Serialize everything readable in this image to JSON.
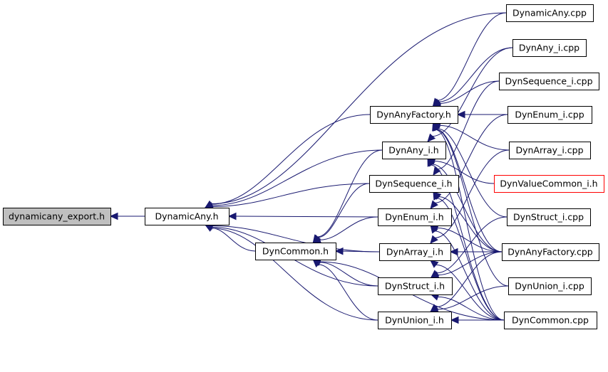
{
  "nodes": [
    {
      "id": "dynamicany_export",
      "label": "dynamicany_export.h",
      "highlight": true
    },
    {
      "id": "DynamicAny_h",
      "label": "DynamicAny.h"
    },
    {
      "id": "DynCommon_h",
      "label": "DynCommon.h"
    },
    {
      "id": "DynAnyFactory_h",
      "label": "DynAnyFactory.h"
    },
    {
      "id": "DynAny_i_h",
      "label": "DynAny_i.h"
    },
    {
      "id": "DynSequence_i_h",
      "label": "DynSequence_i.h"
    },
    {
      "id": "DynEnum_i_h",
      "label": "DynEnum_i.h"
    },
    {
      "id": "DynArray_i_h",
      "label": "DynArray_i.h"
    },
    {
      "id": "DynStruct_i_h",
      "label": "DynStruct_i.h"
    },
    {
      "id": "DynUnion_i_h",
      "label": "DynUnion_i.h"
    },
    {
      "id": "DynamicAny_cpp",
      "label": "DynamicAny.cpp"
    },
    {
      "id": "DynAny_i_cpp",
      "label": "DynAny_i.cpp"
    },
    {
      "id": "DynSequence_i_cpp",
      "label": "DynSequence_i.cpp"
    },
    {
      "id": "DynEnum_i_cpp",
      "label": "DynEnum_i.cpp"
    },
    {
      "id": "DynArray_i_cpp",
      "label": "DynArray_i.cpp"
    },
    {
      "id": "DynValueCommon_i_h",
      "label": "DynValueCommon_i.h",
      "red": true
    },
    {
      "id": "DynStruct_i_cpp",
      "label": "DynStruct_i.cpp"
    },
    {
      "id": "DynAnyFactory_cpp",
      "label": "DynAnyFactory.cpp"
    },
    {
      "id": "DynUnion_i_cpp",
      "label": "DynUnion_i.cpp"
    },
    {
      "id": "DynCommon_cpp",
      "label": "DynCommon.cpp"
    }
  ],
  "edges": [
    [
      "DynamicAny_h",
      "dynamicany_export"
    ],
    [
      "DynCommon_h",
      "DynamicAny_h"
    ],
    [
      "DynAnyFactory_h",
      "DynamicAny_h"
    ],
    [
      "DynAny_i_h",
      "DynamicAny_h"
    ],
    [
      "DynSequence_i_h",
      "DynamicAny_h"
    ],
    [
      "DynEnum_i_h",
      "DynamicAny_h"
    ],
    [
      "DynArray_i_h",
      "DynamicAny_h"
    ],
    [
      "DynStruct_i_h",
      "DynamicAny_h"
    ],
    [
      "DynUnion_i_h",
      "DynamicAny_h"
    ],
    [
      "DynamicAny_cpp",
      "DynamicAny_h"
    ],
    [
      "DynSequence_i_h",
      "DynCommon_h"
    ],
    [
      "DynAny_i_h",
      "DynCommon_h"
    ],
    [
      "DynEnum_i_h",
      "DynCommon_h"
    ],
    [
      "DynArray_i_h",
      "DynCommon_h"
    ],
    [
      "DynStruct_i_h",
      "DynCommon_h"
    ],
    [
      "DynUnion_i_h",
      "DynCommon_h"
    ],
    [
      "DynCommon_cpp",
      "DynCommon_h"
    ],
    [
      "DynamicAny_cpp",
      "DynAnyFactory_h"
    ],
    [
      "DynAny_i_cpp",
      "DynAnyFactory_h"
    ],
    [
      "DynSequence_i_cpp",
      "DynAnyFactory_h"
    ],
    [
      "DynEnum_i_cpp",
      "DynAnyFactory_h"
    ],
    [
      "DynArray_i_cpp",
      "DynAnyFactory_h"
    ],
    [
      "DynStruct_i_cpp",
      "DynAnyFactory_h"
    ],
    [
      "DynAnyFactory_cpp",
      "DynAnyFactory_h"
    ],
    [
      "DynUnion_i_cpp",
      "DynAnyFactory_h"
    ],
    [
      "DynCommon_cpp",
      "DynAnyFactory_h"
    ],
    [
      "DynAny_i_cpp",
      "DynAny_i_h"
    ],
    [
      "DynValueCommon_i_h",
      "DynAny_i_h"
    ],
    [
      "DynAnyFactory_cpp",
      "DynAny_i_h"
    ],
    [
      "DynCommon_cpp",
      "DynAny_i_h"
    ],
    [
      "DynSequence_i_cpp",
      "DynSequence_i_h"
    ],
    [
      "DynAnyFactory_cpp",
      "DynSequence_i_h"
    ],
    [
      "DynCommon_cpp",
      "DynSequence_i_h"
    ],
    [
      "DynEnum_i_cpp",
      "DynEnum_i_h"
    ],
    [
      "DynAnyFactory_cpp",
      "DynEnum_i_h"
    ],
    [
      "DynCommon_cpp",
      "DynEnum_i_h"
    ],
    [
      "DynArray_i_cpp",
      "DynArray_i_h"
    ],
    [
      "DynAnyFactory_cpp",
      "DynArray_i_h"
    ],
    [
      "DynCommon_cpp",
      "DynArray_i_h"
    ],
    [
      "DynStruct_i_cpp",
      "DynStruct_i_h"
    ],
    [
      "DynAnyFactory_cpp",
      "DynStruct_i_h"
    ],
    [
      "DynCommon_cpp",
      "DynStruct_i_h"
    ],
    [
      "DynUnion_i_cpp",
      "DynUnion_i_h"
    ],
    [
      "DynAnyFactory_cpp",
      "DynUnion_i_h"
    ],
    [
      "DynCommon_cpp",
      "DynUnion_i_h"
    ]
  ],
  "colors": {
    "edge": "#191970",
    "root_fill": "#bfbfbf",
    "red_border": "#ff0000"
  }
}
